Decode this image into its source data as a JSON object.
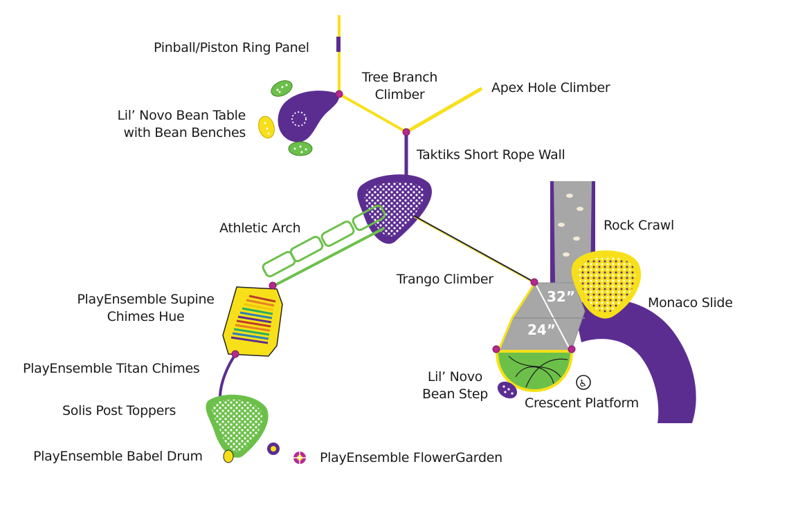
{
  "diagram": {
    "type": "playground-site-plan",
    "colors": {
      "purple": "#5b2d91",
      "yellow": "#f7e01a",
      "green": "#6cc04a",
      "magenta": "#b5298f",
      "gray": "#a7a7a7",
      "label": "#1a1a1a"
    },
    "labels": {
      "pinball": "Pinball/Piston Ring Panel",
      "tree_branch": [
        "Tree Branch",
        "Climber"
      ],
      "apex": "Apex Hole Climber",
      "bean_table": [
        "Lil’ Novo Bean Table",
        "with Bean Benches"
      ],
      "taktiks": "Taktiks Short Rope Wall",
      "rock_crawl": "Rock Crawl",
      "athletic_arch": "Athletic Arch",
      "trango": "Trango Climber",
      "monaco": "Monaco Slide",
      "supine": [
        "PlayEnsemble Supine",
        "Chimes Hue"
      ],
      "titan": "PlayEnsemble Titan Chimes",
      "bean_step": [
        "Lil’ Novo",
        "Bean Step"
      ],
      "crescent": "Crescent Platform",
      "solis": "Solis Post Toppers",
      "babel": "PlayEnsemble Babel Drum",
      "flower": "PlayEnsemble FlowerGarden"
    },
    "deck_heights": [
      "32”",
      "24”"
    ],
    "icons": [
      "accessibility-icon"
    ]
  }
}
